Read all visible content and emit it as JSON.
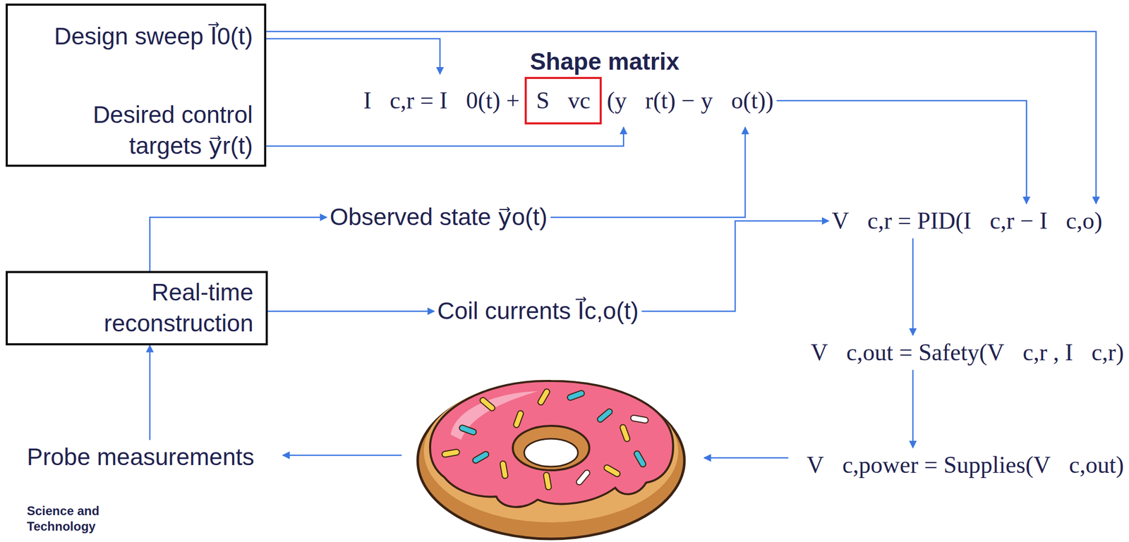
{
  "diagram": {
    "nodes": [
      {
        "text": [
          "Design sweep I⃗0(t)",
          "Desired control targets y⃗r(t)"
        ]
      },
      {
        "text": [
          "I⃗c,r = I⃗0(t) +",
          "(y⃗r(t) − y⃗o(t))"
        ]
      },
      {
        "text": [
          "Shape matrix",
          "S⃗vc"
        ],
        "in": 1
      },
      {
        "text": [
          "Observed state y⃗o(t)"
        ]
      },
      {
        "text": [
          "V⃗c,r = PID(I⃗c,r − I⃗c,o)"
        ]
      },
      {
        "text": [
          "Real-time reconstruction"
        ]
      },
      {
        "text": [
          "Coil currents I⃗c,o(t)"
        ]
      },
      {
        "text": [
          "V⃗c,out = Safety(V⃗c,r , I⃗c,r)"
        ]
      },
      {
        "text": [
          "Probe measurements"
        ]
      },
      {
        "text": [
          "V⃗c,power = Supplies(V⃗c,out)"
        ]
      }
    ],
    "edges": [
      {
        "from": 0,
        "to": 1,
        "arrow": "to"
      },
      {
        "from": 0,
        "to": 4,
        "arrow": "to"
      },
      {
        "from": 0,
        "to": 1,
        "arrow": "to"
      },
      {
        "from": 1,
        "to": 4,
        "arrow": "to"
      },
      {
        "from": 3,
        "to": 1,
        "arrow": "to"
      },
      {
        "from": 5,
        "to": 3,
        "arrow": "to"
      },
      {
        "from": 5,
        "to": 6,
        "arrow": "to"
      },
      {
        "from": 6,
        "to": 4,
        "arrow": "to"
      },
      {
        "from": 4,
        "to": 7,
        "arrow": "to"
      },
      {
        "from": 7,
        "to": 9,
        "arrow": "to"
      },
      {
        "from": 8,
        "to": 5,
        "arrow": "to"
      }
    ],
    "labels": [
      "Science and Technology"
    ]
  }
}
